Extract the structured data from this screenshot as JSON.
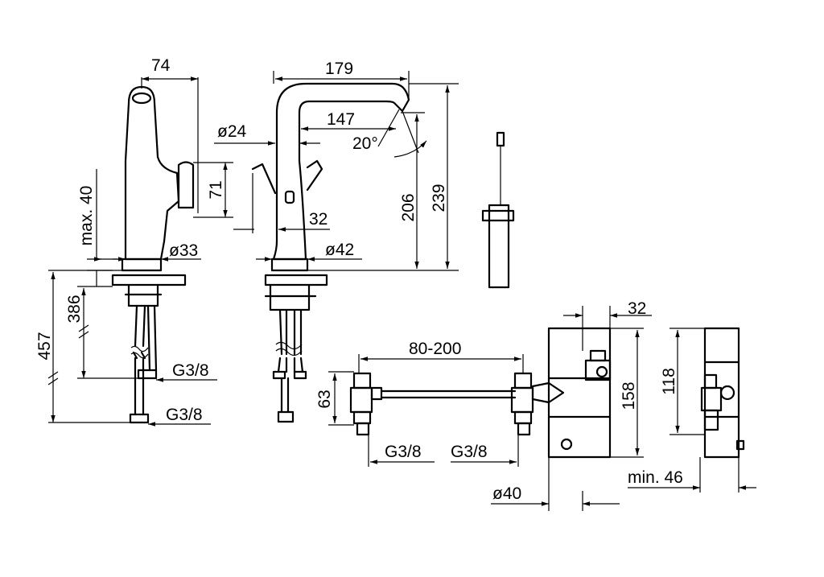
{
  "dimensions": {
    "side_view": {
      "spout_projection": "74",
      "handle_height": "71",
      "max_thickness": "max. 40",
      "hole_diameter": "ø33",
      "total_length": "457",
      "hose_length": "386",
      "connection_upper": "G3/8",
      "connection_lower": "G3/8"
    },
    "front_view": {
      "spout_reach": "179",
      "spout_inner_reach": "147",
      "spout_diameter": "ø24",
      "spout_angle": "20°",
      "outlet_height": "206",
      "total_height": "239",
      "offset": "32",
      "base_diameter": "ø42"
    },
    "mixing_valve": {
      "spacing": "80-200",
      "height": "63",
      "connection_left": "G3/8",
      "connection_right": "G3/8"
    },
    "thermostat_box": {
      "depth": "32",
      "height": "158",
      "diameter": "ø40",
      "side_height": "118",
      "min_width": "min. 46"
    }
  }
}
